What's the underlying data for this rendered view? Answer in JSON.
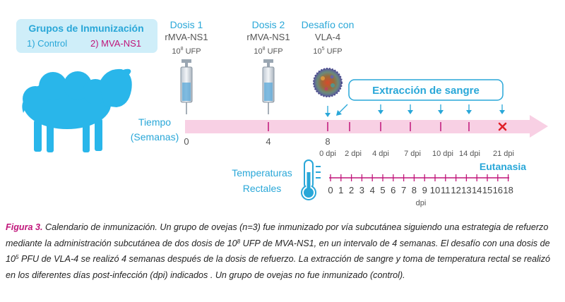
{
  "groups": {
    "title": "Grupos de Inmunización",
    "control": "1) Control",
    "vaccinated": "2) MVA-NS1"
  },
  "doses": [
    {
      "title": "Dosis 1",
      "vaccine": "rMVA-NS1",
      "amount": "10",
      "exp": "8",
      "unit": " UFP",
      "week": "0"
    },
    {
      "title": "Dosis 2",
      "vaccine": "rMVA-NS1",
      "amount": "10",
      "exp": "8",
      "unit": " UFP",
      "week": "4"
    }
  ],
  "challenge": {
    "title": "Desafío con",
    "virus": "VLA-4",
    "amount": "10",
    "exp": "5",
    "unit": " UFP",
    "week": "8"
  },
  "blood": {
    "label": "Extracción de sangre"
  },
  "timeline": {
    "label_line1": "Tiempo",
    "label_line2": "(Semanas)"
  },
  "dpi_labels": [
    "0 dpi",
    "2 dpi",
    "4  dpi",
    "7 dpi",
    "10 dpi",
    "14 dpi",
    "21 dpi"
  ],
  "euthanasia": "Eutanasia",
  "rectal": {
    "label_line1": "Temperaturas",
    "label_line2": "Rectales",
    "ticks": [
      "0",
      "1",
      "2",
      "3",
      "4",
      "5",
      "6",
      "7",
      "8",
      "9",
      "10",
      "11",
      "12",
      "13",
      "14",
      "15",
      "16",
      "18"
    ],
    "unit": "dpi"
  },
  "caption": {
    "lead": "Figura 3.",
    "s1": " Calendario de inmunización. Un grupo de ovejas (n=3) fue inmunizado por vía subcutánea siguiendo una estrategia de refuerzo mediante la administración subcutánea de dos dosis de 10",
    "sup1": "8",
    "s2": " UFP de MVA-NS1, en un intervalo de 4 semanas. El desafío con una dosis de 10",
    "sup2": "5",
    "s3": " PFU de VLA-4 se realizó 4 semanas después de la dosis de refuerzo. La extracción de sangre y toma de temperatura rectal se realizó en los diferentes días post-infección (dpi) indicados . Un grupo de ovejas no fue inmunizado (control)."
  },
  "colors": {
    "cyan": "#29a7d8",
    "magenta": "#c0157a",
    "pink_band": "#f8d0e4",
    "red_x": "#e0202a",
    "box_fill": "#cfeef9"
  }
}
